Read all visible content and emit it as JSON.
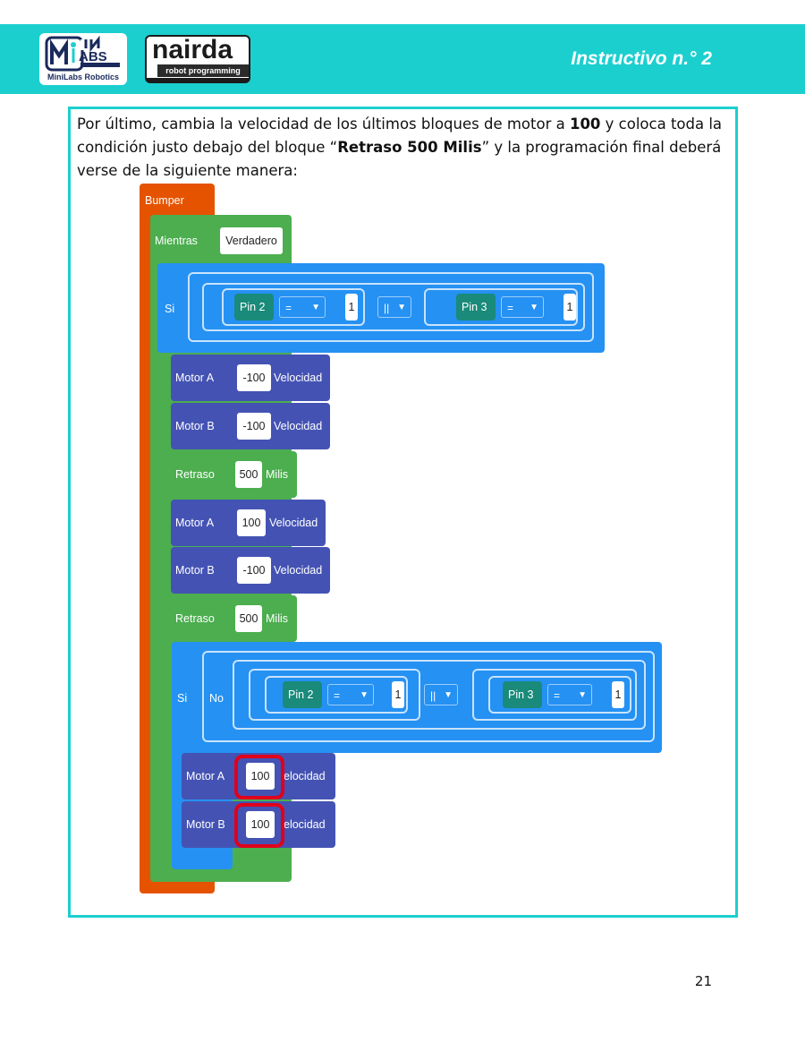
{
  "header": {
    "logo_minilabs_word": "ABS",
    "logo_minilabs_caption": "MiniLabs Robotics",
    "logo_nairda_word": "nairda",
    "logo_nairda_tagline": "robot programming",
    "doc_title": "Instructivo n.° 2"
  },
  "intro": {
    "part1": "Por último, cambia la velocidad de los últimos bloques de motor a ",
    "bold1": "100",
    "part2": " y coloca toda la condición justo debajo del bloque “",
    "bold2": "Retraso 500 Milis",
    "part3": "” y la programación final deberá verse de la siguiente manera:"
  },
  "program": {
    "bumper": "Bumper",
    "while": {
      "label": "Mientras",
      "value": "Verdadero"
    },
    "if1": {
      "label": "Si",
      "left": {
        "pin": "Pin 2",
        "op": "=",
        "value": "1"
      },
      "logic": "||",
      "right": {
        "pin": "Pin 3",
        "op": "=",
        "value": "1"
      }
    },
    "body": [
      {
        "kind": "motor",
        "label": "Motor A",
        "value": "-100",
        "suffix": "Velocidad"
      },
      {
        "kind": "motor",
        "label": "Motor B",
        "value": "-100",
        "suffix": "Velocidad"
      },
      {
        "kind": "delay",
        "label": "Retraso",
        "value": "500",
        "suffix": "Milis"
      },
      {
        "kind": "motor",
        "label": "Motor A",
        "value": "100",
        "suffix": "Velocidad"
      },
      {
        "kind": "motor",
        "label": "Motor B",
        "value": "-100",
        "suffix": "Velocidad"
      },
      {
        "kind": "delay",
        "label": "Retraso",
        "value": "500",
        "suffix": "Milis"
      }
    ],
    "if2": {
      "label": "Si",
      "not": "No",
      "left": {
        "pin": "Pin 2",
        "op": "=",
        "value": "1"
      },
      "logic": "||",
      "right": {
        "pin": "Pin 3",
        "op": "=",
        "value": "1"
      }
    },
    "inner": [
      {
        "label": "Motor A",
        "value": "100",
        "suffix": "elocidad"
      },
      {
        "label": "Motor B",
        "value": "100",
        "suffix": "elocidad"
      }
    ]
  },
  "page_number": "21",
  "colors": {
    "header_band": "#1ccfcf",
    "bumper": "#e55300",
    "loop": "#4cae4f",
    "condition": "#2591f3",
    "motor": "#4453b3",
    "pin": "#1a8a7a",
    "highlight": "#e0001b"
  }
}
